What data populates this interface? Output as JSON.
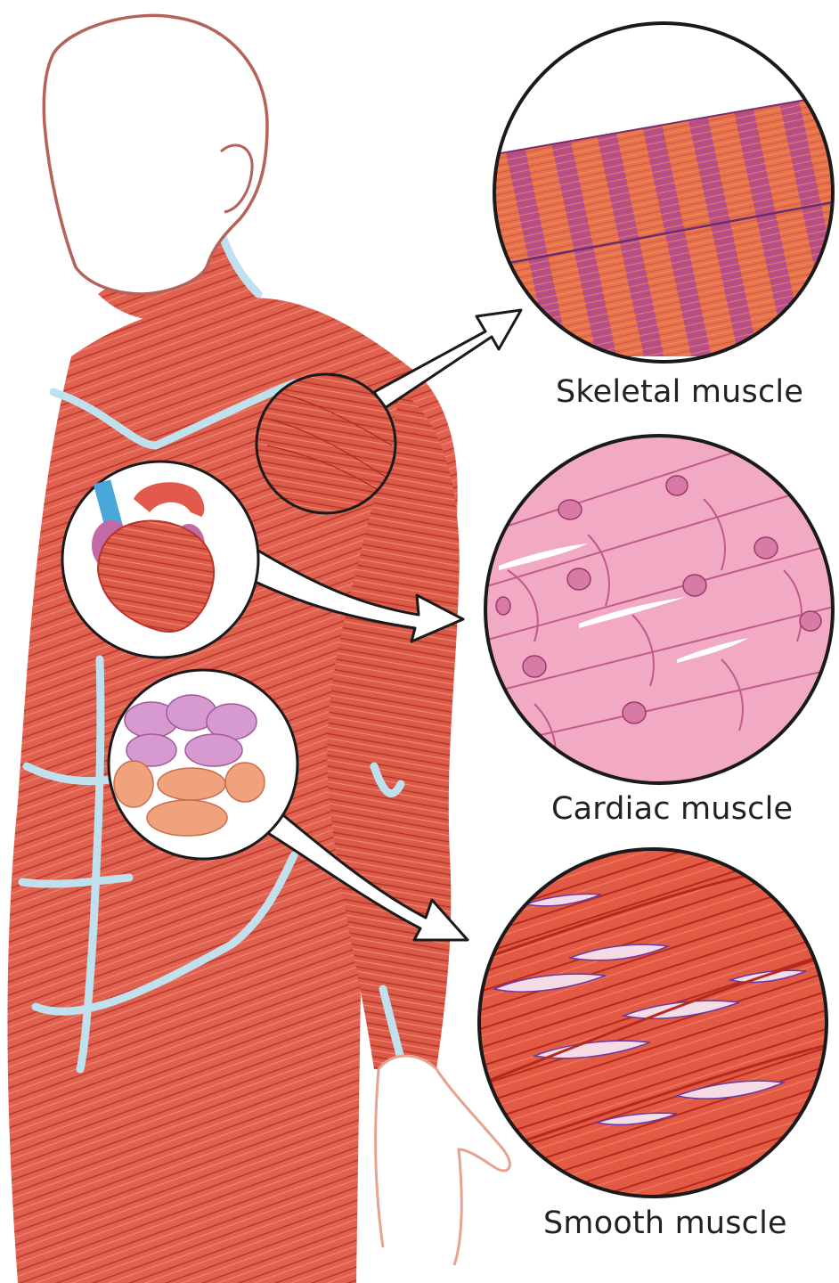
{
  "labels": {
    "skeletal": "Skeletal muscle",
    "cardiac": "Cardiac muscle",
    "smooth": "Smooth muscle"
  },
  "colors": {
    "muscle": "#e0614f",
    "muscle_dark": "#b8332a",
    "fascia": "#bfe0ec",
    "skin_outline": "#b4625a",
    "skeletal_stripe_a": "#e8734a",
    "skeletal_stripe_b": "#b54e8c",
    "cardiac_fill": "#f2a9c4",
    "cardiac_line": "#c25a86",
    "smooth_fill": "#e25a44",
    "smooth_nucleus": "#f4dbe6",
    "intestine_pink": "#d69ad0",
    "intestine_orange": "#f0a27c",
    "heart_vessel_blue": "#4aa8d8",
    "outline": "#1a1a1a"
  },
  "icons": {
    "heart": "heart-icon",
    "intestine": "intestine-icon"
  }
}
